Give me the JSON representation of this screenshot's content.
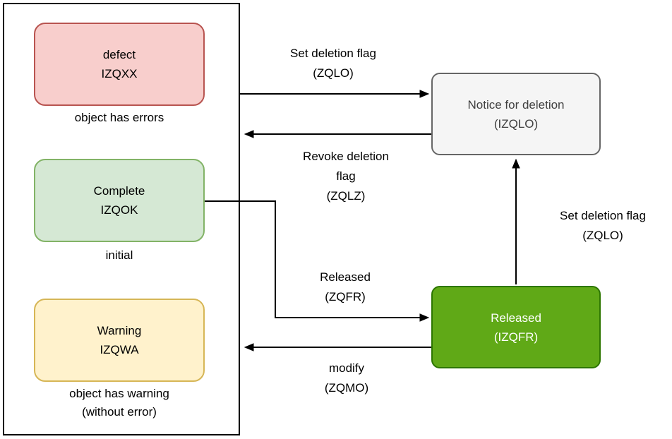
{
  "diagram": {
    "states": [
      {
        "name": "defect",
        "label": [
          "defect",
          "IZQXX"
        ],
        "caption": [
          "object has errors"
        ],
        "fill": "#f8cecc",
        "border": "#b85450"
      },
      {
        "name": "complete",
        "label": [
          "Complete",
          "IZQOK"
        ],
        "caption": [
          "initial"
        ],
        "fill": "#d5e8d4",
        "border": "#82b366"
      },
      {
        "name": "warning",
        "label": [
          "Warning",
          "IZQWA"
        ],
        "caption": [
          "object has warning",
          "(without error)"
        ],
        "fill": "#fff2cc",
        "border": "#d6b656"
      }
    ],
    "nodes": [
      {
        "name": "notice-for-deletion",
        "label": [
          "Notice for deletion",
          "(IZQLO)"
        ],
        "fill": "#f5f5f5",
        "border": "#666666",
        "text_color": "#404040"
      },
      {
        "name": "released",
        "label": [
          "Released",
          "(IZQFR)"
        ],
        "fill": "#60a917",
        "border": "#2d7600",
        "text_color": "#ffffff"
      }
    ],
    "edges": [
      {
        "name": "set-deletion-flag-left",
        "label": [
          "Set deletion flag",
          "(ZQLO)"
        ],
        "from": "states-frame",
        "to": "notice-for-deletion"
      },
      {
        "name": "revoke-deletion-flag",
        "label": [
          "Revoke deletion",
          "flag",
          "(ZQLZ)"
        ],
        "from": "notice-for-deletion",
        "to": "states-frame"
      },
      {
        "name": "released-transition",
        "label": [
          "Released",
          "(ZQFR)"
        ],
        "from": "complete",
        "to": "released"
      },
      {
        "name": "set-deletion-flag-right",
        "label": [
          "Set deletion flag",
          "(ZQLO)"
        ],
        "from": "released",
        "to": "notice-for-deletion"
      },
      {
        "name": "modify",
        "label": [
          "modify",
          "(ZQMO)"
        ],
        "from": "released",
        "to": "states-frame"
      }
    ],
    "colors": {
      "background": "#ffffff",
      "frame_border": "#000000",
      "edge_line": "#000000"
    }
  }
}
